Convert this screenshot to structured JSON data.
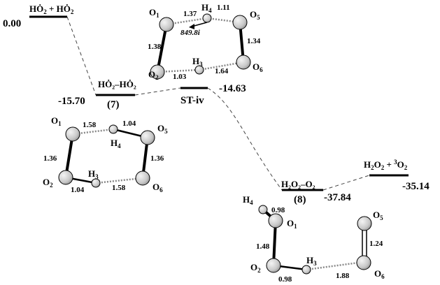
{
  "levels": {
    "reactants": {
      "label_main": "HȮ",
      "label_sub1": "2",
      "label_mid": " + HȮ",
      "label_sub2": "2",
      "energy": "0.00"
    },
    "complex7": {
      "label": "HȮ₂–HȮ₂",
      "number": "(7)",
      "energy": "-15.70"
    },
    "ts": {
      "label": "ST-iv",
      "energy": "-14.63"
    },
    "complex8": {
      "label_main": "H₂O₂–O₂",
      "number": "(8)",
      "energy": "-37.84"
    },
    "products": {
      "label_a": "H",
      "sub_a": "2",
      "label_b": "O",
      "sub_b": "2",
      "label_c": " + ",
      "sup_c": "3",
      "label_d": "O",
      "sub_d": "2",
      "energy": "-35.14"
    }
  },
  "ts_structure": {
    "atoms": {
      "o1": "O",
      "o1_sub": "1",
      "o2": "O",
      "o2_sub": "2",
      "o5": "O",
      "o5_sub": "5",
      "o6": "O",
      "o6_sub": "6",
      "h3": "H",
      "h3_sub": "3",
      "h4": "H",
      "h4_sub": "4"
    },
    "bonds": {
      "o1_o2": "1.38",
      "o1_h4": "1.37",
      "h4_o5": "1.11",
      "o5_o6": "1.34",
      "o2_h3": "1.03",
      "h3_o6": "1.64"
    },
    "imag_freq": "849.8i"
  },
  "complex7_structure": {
    "atoms": {
      "o1": "O",
      "o1_sub": "1",
      "o2": "O",
      "o2_sub": "2",
      "o5": "O",
      "o5_sub": "5",
      "o6": "O",
      "o6_sub": "6",
      "h3": "H",
      "h3_sub": "3",
      "h4": "H",
      "h4_sub": "4"
    },
    "bonds": {
      "o1_h4": "1.58",
      "h4_o5": "1.04",
      "o1_o2": "1.36",
      "o5_o6": "1.36",
      "o2_h3": "1.04",
      "h3_o6": "1.58"
    }
  },
  "complex8_structure": {
    "atoms": {
      "h4": "H",
      "h4_sub": "4",
      "o1": "O",
      "o1_sub": "1",
      "o2": "O",
      "o2_sub": "2",
      "h3": "H",
      "h3_sub": "3",
      "o5": "O",
      "o5_sub": "5",
      "o6": "O",
      "o6_sub": "6"
    },
    "bonds": {
      "h4_o1": "0.98",
      "o1_o2": "1.48",
      "o2_h3": "0.98",
      "h3_o6": "1.88",
      "o5_o6": "1.24"
    }
  }
}
